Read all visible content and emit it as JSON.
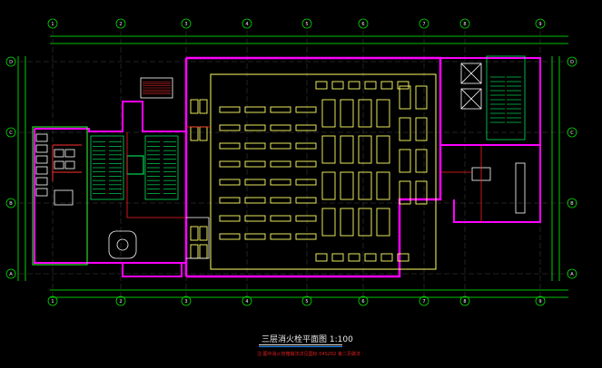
{
  "drawing": {
    "title": "三层消火栓平面图 1:100",
    "subtitle": "注:图中消火栓箱做法详见国标 04S202 第二页做法"
  },
  "colors": {
    "background": "#000000",
    "wall": "#ff00ff",
    "furniture": "#ffff66",
    "grid": "#c8c8c8",
    "stair": "#00ff66",
    "dimension": "#00ff00",
    "pipe": "#ff2020",
    "axis_bubble": "#00dd00"
  },
  "axes": {
    "top": [
      "1",
      "2",
      "3",
      "4",
      "5",
      "6",
      "7",
      "8",
      "9"
    ],
    "left": [
      "D",
      "C",
      "B",
      "A"
    ],
    "right": [
      "D",
      "C",
      "B",
      "A"
    ]
  }
}
